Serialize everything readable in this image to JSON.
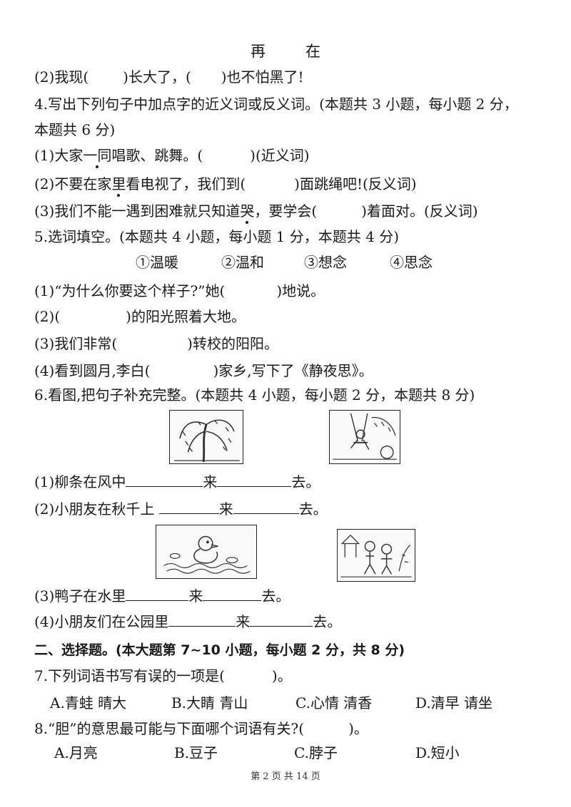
{
  "header": {
    "word1": "再",
    "word2": "在"
  },
  "q3_2": {
    "text_a": "(2)我现(",
    "text_b": ")长大了，(",
    "text_c": ")也不怕黑了!"
  },
  "q4": {
    "heading_1": "4.写出下列句子中加点字的近义词或反义词。(本题共 3 小题，每小题 2 分，",
    "heading_2": "本题共 6 分)",
    "items": [
      {
        "pre": "(1)大家",
        "dot": "一同",
        "post": "唱歌、跳舞。(",
        "tail": ")(近义词)"
      },
      {
        "pre": "(2)不要在家",
        "dot": "里",
        "post": "看电视了，我们到(",
        "tail": ")面跳绳吧!(反义词)"
      },
      {
        "pre": "(3)我们不能一遇到困难就只知道",
        "dot": "哭",
        "post": "，要学会(",
        "tail": ")着面对。(反义词)"
      }
    ]
  },
  "q5": {
    "heading": "5.选词填空。(本题共 4 小题，每小题 1 分，本题共 4 分)",
    "options": [
      "①温暖",
      "②温和",
      "③想念",
      "④思念"
    ],
    "items": [
      {
        "pre": "(1)“为什么你要这个样子?”她(",
        "post": ")地说。"
      },
      {
        "pre": "(2)(",
        "post": ")的阳光照着大地。"
      },
      {
        "pre": "(3)我们非常(",
        "post": ")转校的阳阳。"
      },
      {
        "pre": "(4)看到圆月,李白(",
        "post": ")家乡,写下了《静夜思》。"
      }
    ]
  },
  "q6": {
    "heading": "6.看图,把句子补充完整。(本题共 4 小题，每小题 2 分，本题共 8 分)",
    "items": [
      {
        "pre": "(1)柳条在风中",
        "mid": "来",
        "post": "去。"
      },
      {
        "pre": "(2)小朋友在秋千上 ",
        "mid": "来",
        "post": "去。"
      },
      {
        "pre": "(3)鸭子在水里",
        "mid": "来",
        "post": "去。"
      },
      {
        "pre": "(4)小朋友们在公园里",
        "mid": "来",
        "post": "去。"
      }
    ]
  },
  "section2": {
    "heading": "二、选择题。(本大题第 7~10 小题，每小题 2 分，共 8 分)"
  },
  "q7": {
    "question_a": "7.下列词语书写有误的一项是(",
    "question_b": ")。",
    "options": [
      "A.青蛙  晴大",
      "B.大睛  青山",
      "C.心情  清香",
      "D.清早  请坐"
    ]
  },
  "q8": {
    "question_a": "8.“胆”的意思最可能与下面哪个词语有关?(",
    "question_b": ")。",
    "options": [
      "A.月亮",
      "B.豆子",
      "C.脖子",
      "D.短小"
    ]
  },
  "footer": {
    "page": "第 2 页 共 14 页"
  }
}
